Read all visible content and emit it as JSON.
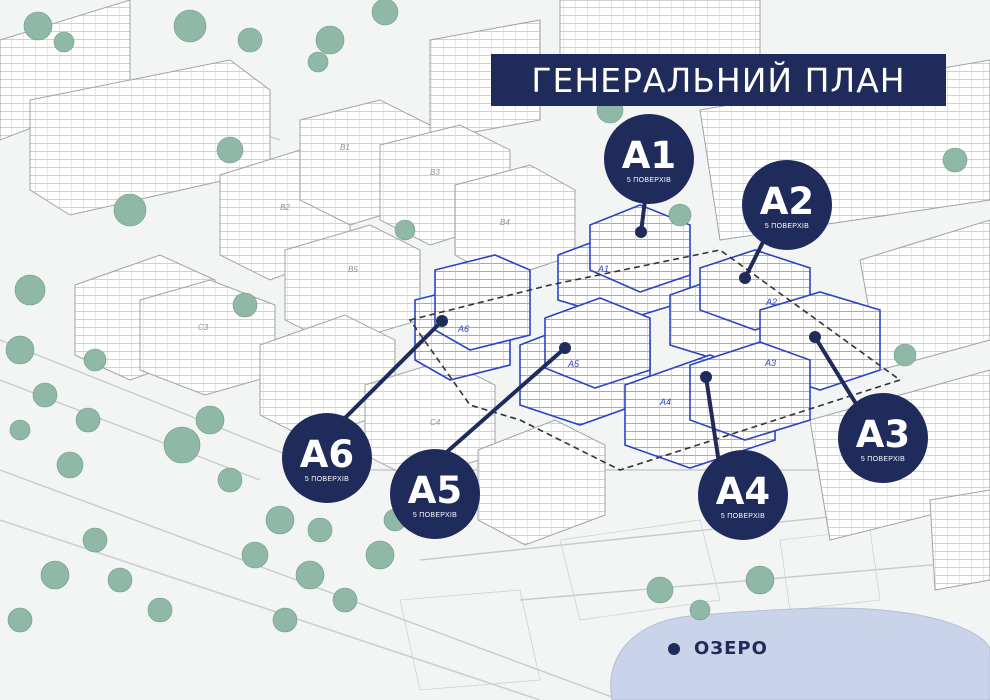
{
  "title": "ГЕНЕРАЛЬНИЙ ПЛАН",
  "colors": {
    "navy": "#1f2b5b",
    "highlight_outline": "#2a44c8",
    "tree_green": "#8fb9a6",
    "lake_blue": "#c9d3ea",
    "building_white": "#ffffff",
    "linework": "#9ea3a8",
    "ground": "#f3f4f4"
  },
  "markers": [
    {
      "label": "A1",
      "sub": "5 ПОВЕРХІВ"
    },
    {
      "label": "A2",
      "sub": "5 ПОВЕРХІВ"
    },
    {
      "label": "A3",
      "sub": "5 ПОВЕРХІВ"
    },
    {
      "label": "A4",
      "sub": "5 ПОВЕРХІВ"
    },
    {
      "label": "A5",
      "sub": "5 ПОВЕРХІВ"
    },
    {
      "label": "A6",
      "sub": "5 ПОВЕРХІВ"
    }
  ],
  "building_tags": [
    "A1",
    "A2",
    "A3",
    "A4",
    "A5",
    "A6"
  ],
  "context_tags": [
    "B1",
    "B2",
    "B3",
    "B4",
    "B5",
    "C3",
    "C4"
  ],
  "legend": {
    "lake_label": "ОЗЕРО",
    "icon": "dot-icon"
  }
}
